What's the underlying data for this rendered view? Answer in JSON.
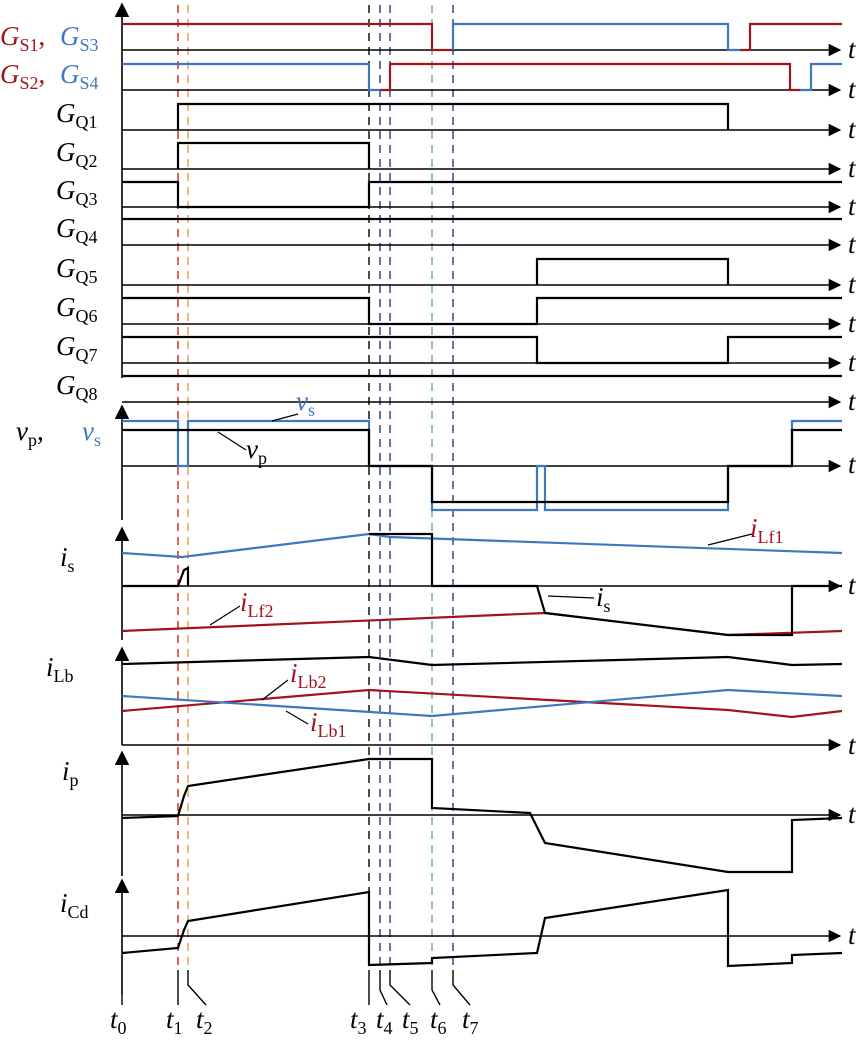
{
  "colors": {
    "black": "#000000",
    "red": "#a0141e",
    "blue": "#3f78c0",
    "orange": "#e8a040",
    "green": "#5cb85c",
    "navy": "#1f3d8a"
  },
  "time_axis_symbol": "t",
  "time_markers": [
    {
      "main": "t",
      "sub": "0"
    },
    {
      "main": "t",
      "sub": "1"
    },
    {
      "main": "t",
      "sub": "2"
    },
    {
      "main": "t",
      "sub": "3"
    },
    {
      "main": "t",
      "sub": "4"
    },
    {
      "main": "t",
      "sub": "5"
    },
    {
      "main": "t",
      "sub": "6"
    },
    {
      "main": "t",
      "sub": "7"
    }
  ],
  "gate_signals": {
    "gs13": [
      {
        "main": "G",
        "sub": "S1"
      },
      {
        "main": "G",
        "sub": "S3"
      }
    ],
    "gs24": [
      {
        "main": "G",
        "sub": "S2"
      },
      {
        "main": "G",
        "sub": "S4"
      }
    ],
    "q": [
      {
        "main": "G",
        "sub": "Q1"
      },
      {
        "main": "G",
        "sub": "Q2"
      },
      {
        "main": "G",
        "sub": "Q3"
      },
      {
        "main": "G",
        "sub": "Q4"
      },
      {
        "main": "G",
        "sub": "Q5"
      },
      {
        "main": "G",
        "sub": "Q6"
      },
      {
        "main": "G",
        "sub": "Q7"
      },
      {
        "main": "G",
        "sub": "Q8"
      }
    ]
  },
  "voltage_panel": {
    "axis_vp": {
      "main": "v",
      "sub": "p"
    },
    "axis_vs": {
      "main": "v",
      "sub": "s"
    },
    "curve_vs": {
      "main": "v",
      "sub": "s"
    },
    "curve_vp": {
      "main": "v",
      "sub": "p"
    }
  },
  "secondary_current_panel": {
    "axis": {
      "main": "i",
      "sub": "s"
    },
    "iLf1": {
      "main": "i",
      "sub_i": "L",
      "sub": "f1"
    },
    "iLf2": {
      "main": "i",
      "sub_i": "L",
      "sub": "f2"
    },
    "is": {
      "main": "i",
      "sub": "s"
    }
  },
  "boost_current_panel": {
    "axis": {
      "main": "i",
      "sub_i": "L",
      "sub": "b"
    },
    "iLb2": {
      "main": "i",
      "sub_i": "L",
      "sub": "b2"
    },
    "iLb1": {
      "main": "i",
      "sub_i": "L",
      "sub": "b1"
    }
  },
  "primary_current_panel": {
    "axis": {
      "main": "i",
      "sub": "p"
    }
  },
  "capacitor_current_panel": {
    "axis": {
      "main": "i",
      "sub_i": "C",
      "sub": "d"
    }
  }
}
